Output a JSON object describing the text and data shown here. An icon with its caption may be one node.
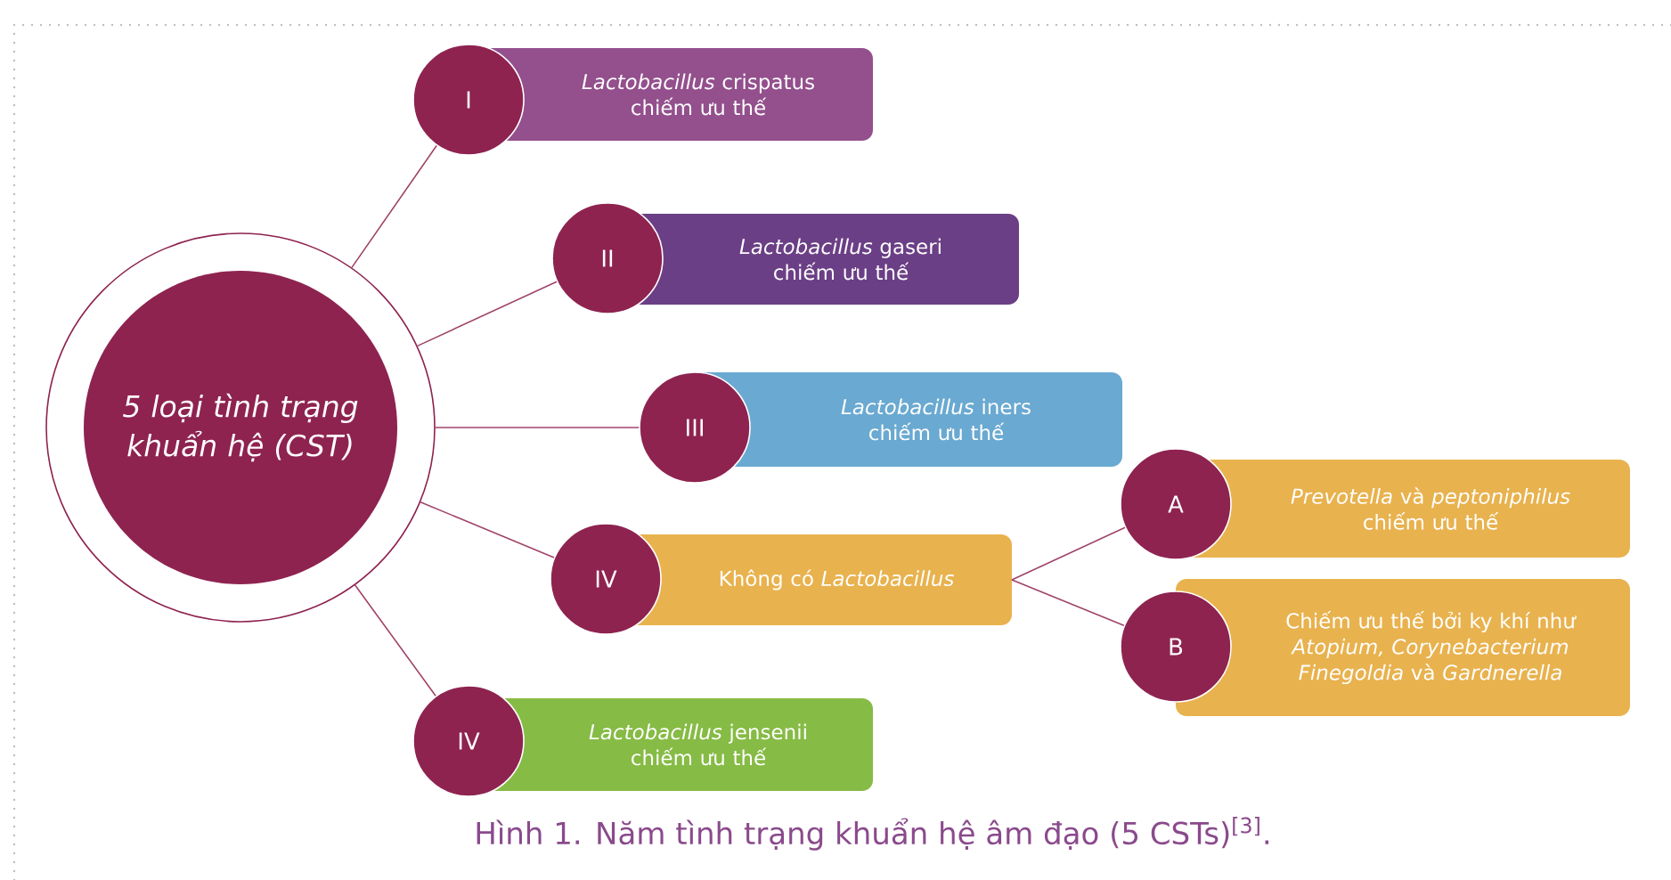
{
  "diagram": {
    "caption": "Hình 1. Năm tình trạng khuẩn hệ âm đạo (5 CSTs)$^{[3]}$.",
    "nodes": [
      {
        "text": [
          "5 loại tình trạng khuẩn hệ (CST)"
        ]
      },
      {
        "text": [
          "I",
          "*Lactobacillus* crispatus chiếm ưu thế"
        ]
      },
      {
        "text": [
          "II",
          "*Lactobacillus* gaseri chiếm ưu thế"
        ]
      },
      {
        "text": [
          "III",
          "*Lactobacillus* iners chiếm ưu thế"
        ]
      },
      {
        "text": [
          "IV",
          "Không có *Lactobacillus*"
        ]
      },
      {
        "text": [
          "A",
          "*Prevotella* và *peptoniphilus* chiếm ưu thế"
        ]
      },
      {
        "text": [
          "B",
          "Chiếm ưu thế bởi ky khí như *Atopium, Corynebacterium Finegoldia* và *Gardnerella*"
        ]
      },
      {
        "text": [
          "IV",
          "*Lactobacillus* jensenii chiếm ưu thế"
        ]
      }
    ],
    "edges": [
      {
        "from": 0,
        "to": 1,
        "arrow": "none"
      },
      {
        "from": 0,
        "to": 2,
        "arrow": "none"
      },
      {
        "from": 0,
        "to": 3,
        "arrow": "none"
      },
      {
        "from": 0,
        "to": 4,
        "arrow": "none"
      },
      {
        "from": 0,
        "to": 7,
        "arrow": "none"
      },
      {
        "from": 4,
        "to": 5,
        "arrow": "none"
      },
      {
        "from": 4,
        "to": 6,
        "arrow": "none"
      }
    ]
  }
}
